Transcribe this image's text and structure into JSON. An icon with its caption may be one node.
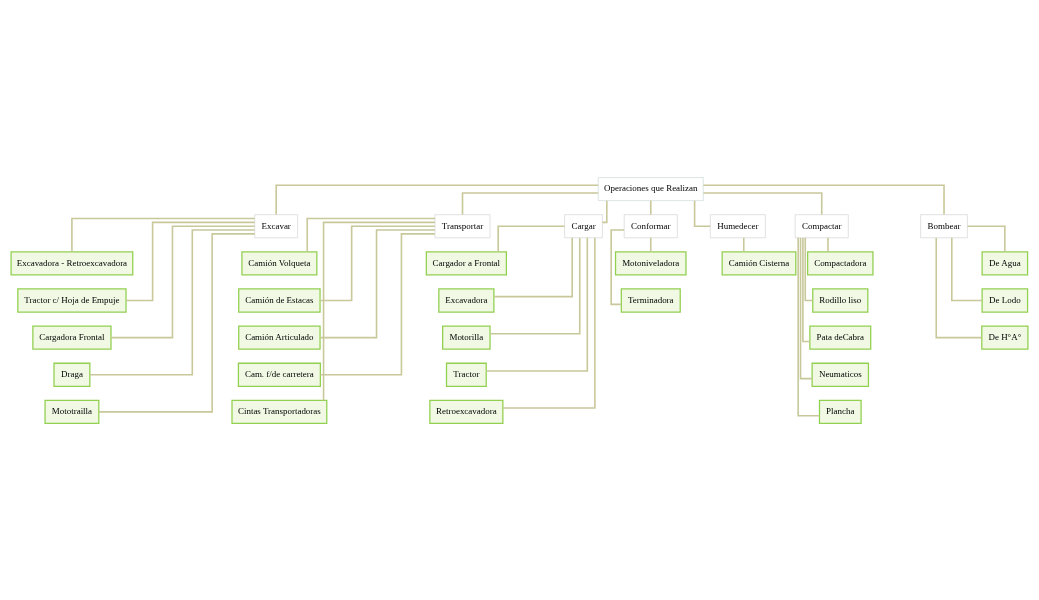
{
  "diagram": {
    "nodes": [
      {
        "text": [
          "Operaciones que Realizan"
        ]
      },
      {
        "text": [
          "Excavar"
        ]
      },
      {
        "text": [
          "Transportar"
        ]
      },
      {
        "text": [
          "Cargar"
        ]
      },
      {
        "text": [
          "Conformar"
        ]
      },
      {
        "text": [
          "Humedecer"
        ]
      },
      {
        "text": [
          "Compactar"
        ]
      },
      {
        "text": [
          "Excavadora - Retroexcavadora"
        ]
      },
      {
        "text": [
          "Tractor c/ Hoja de Empuje"
        ]
      },
      {
        "text": [
          "Cargadora Frontal"
        ]
      },
      {
        "text": [
          "Draga"
        ]
      },
      {
        "text": [
          "Mototrailla"
        ]
      },
      {
        "text": [
          "Camión Volqueta"
        ]
      },
      {
        "text": [
          "Camión de Estacas"
        ]
      },
      {
        "text": [
          "Camión Articulado"
        ]
      },
      {
        "text": [
          "Cam. f/de carretera"
        ]
      },
      {
        "text": [
          "Cintas Transportadoras"
        ]
      },
      {
        "text": [
          "Cargador a Frontal"
        ]
      },
      {
        "text": [
          "Excavadora"
        ]
      },
      {
        "text": [
          "Motorilla"
        ]
      },
      {
        "text": [
          "Tractor"
        ]
      },
      {
        "text": [
          "Retroexcavadora"
        ]
      },
      {
        "text": [
          "Motoniveladora"
        ]
      },
      {
        "text": [
          "Terminadora"
        ]
      },
      {
        "text": [
          "Camión Cisterna"
        ]
      },
      {
        "text": [
          "Compactadora"
        ]
      },
      {
        "text": [
          "Rodillo liso"
        ]
      },
      {
        "text": [
          "Pata deCabra"
        ]
      },
      {
        "text": [
          "Neumaticos"
        ]
      },
      {
        "text": [
          "Plancha"
        ]
      },
      {
        "text": [
          "Bombear"
        ]
      },
      {
        "text": [
          "De Agua"
        ]
      },
      {
        "text": [
          "De Lodo"
        ]
      },
      {
        "text": [
          "De H°A°"
        ]
      }
    ],
    "edges": [
      {
        "from": 0,
        "to": 1,
        "arrow": "none"
      },
      {
        "from": 0,
        "to": 2,
        "arrow": "none"
      },
      {
        "from": 0,
        "to": 3,
        "arrow": "none"
      },
      {
        "from": 0,
        "to": 30,
        "arrow": "none"
      },
      {
        "from": 0,
        "to": 4,
        "arrow": "none"
      },
      {
        "from": 0,
        "to": 5,
        "arrow": "none"
      },
      {
        "from": 0,
        "to": 6,
        "arrow": "none"
      },
      {
        "from": 1,
        "to": 7,
        "arrow": "none"
      },
      {
        "from": 1,
        "to": 8,
        "arrow": "none"
      },
      {
        "from": 1,
        "to": 9,
        "arrow": "none"
      },
      {
        "from": 1,
        "to": 10,
        "arrow": "none"
      },
      {
        "from": 1,
        "to": 11,
        "arrow": "none"
      },
      {
        "from": 2,
        "to": 12,
        "arrow": "none"
      },
      {
        "from": 2,
        "to": 13,
        "arrow": "none"
      },
      {
        "from": 2,
        "to": 14,
        "arrow": "none"
      },
      {
        "from": 2,
        "to": 15,
        "arrow": "none"
      },
      {
        "from": 2,
        "to": 16,
        "arrow": "none"
      },
      {
        "from": 3,
        "to": 17,
        "arrow": "none"
      },
      {
        "from": 3,
        "to": 18,
        "arrow": "none"
      },
      {
        "from": 3,
        "to": 19,
        "arrow": "none"
      },
      {
        "from": 3,
        "to": 20,
        "arrow": "none"
      },
      {
        "from": 3,
        "to": 21,
        "arrow": "none"
      },
      {
        "from": 4,
        "to": 22,
        "arrow": "none"
      },
      {
        "from": 4,
        "to": 23,
        "arrow": "none"
      },
      {
        "from": 5,
        "to": 24,
        "arrow": "none"
      },
      {
        "from": 6,
        "to": 25,
        "arrow": "none"
      },
      {
        "from": 6,
        "to": 26,
        "arrow": "none"
      },
      {
        "from": 6,
        "to": 27,
        "arrow": "none"
      },
      {
        "from": 6,
        "to": 28,
        "arrow": "none"
      },
      {
        "from": 6,
        "to": 29,
        "arrow": "none"
      },
      {
        "from": 30,
        "to": 31,
        "arrow": "none"
      },
      {
        "from": 30,
        "to": 32,
        "arrow": "none"
      },
      {
        "from": 30,
        "to": 33,
        "arrow": "none"
      }
    ]
  }
}
